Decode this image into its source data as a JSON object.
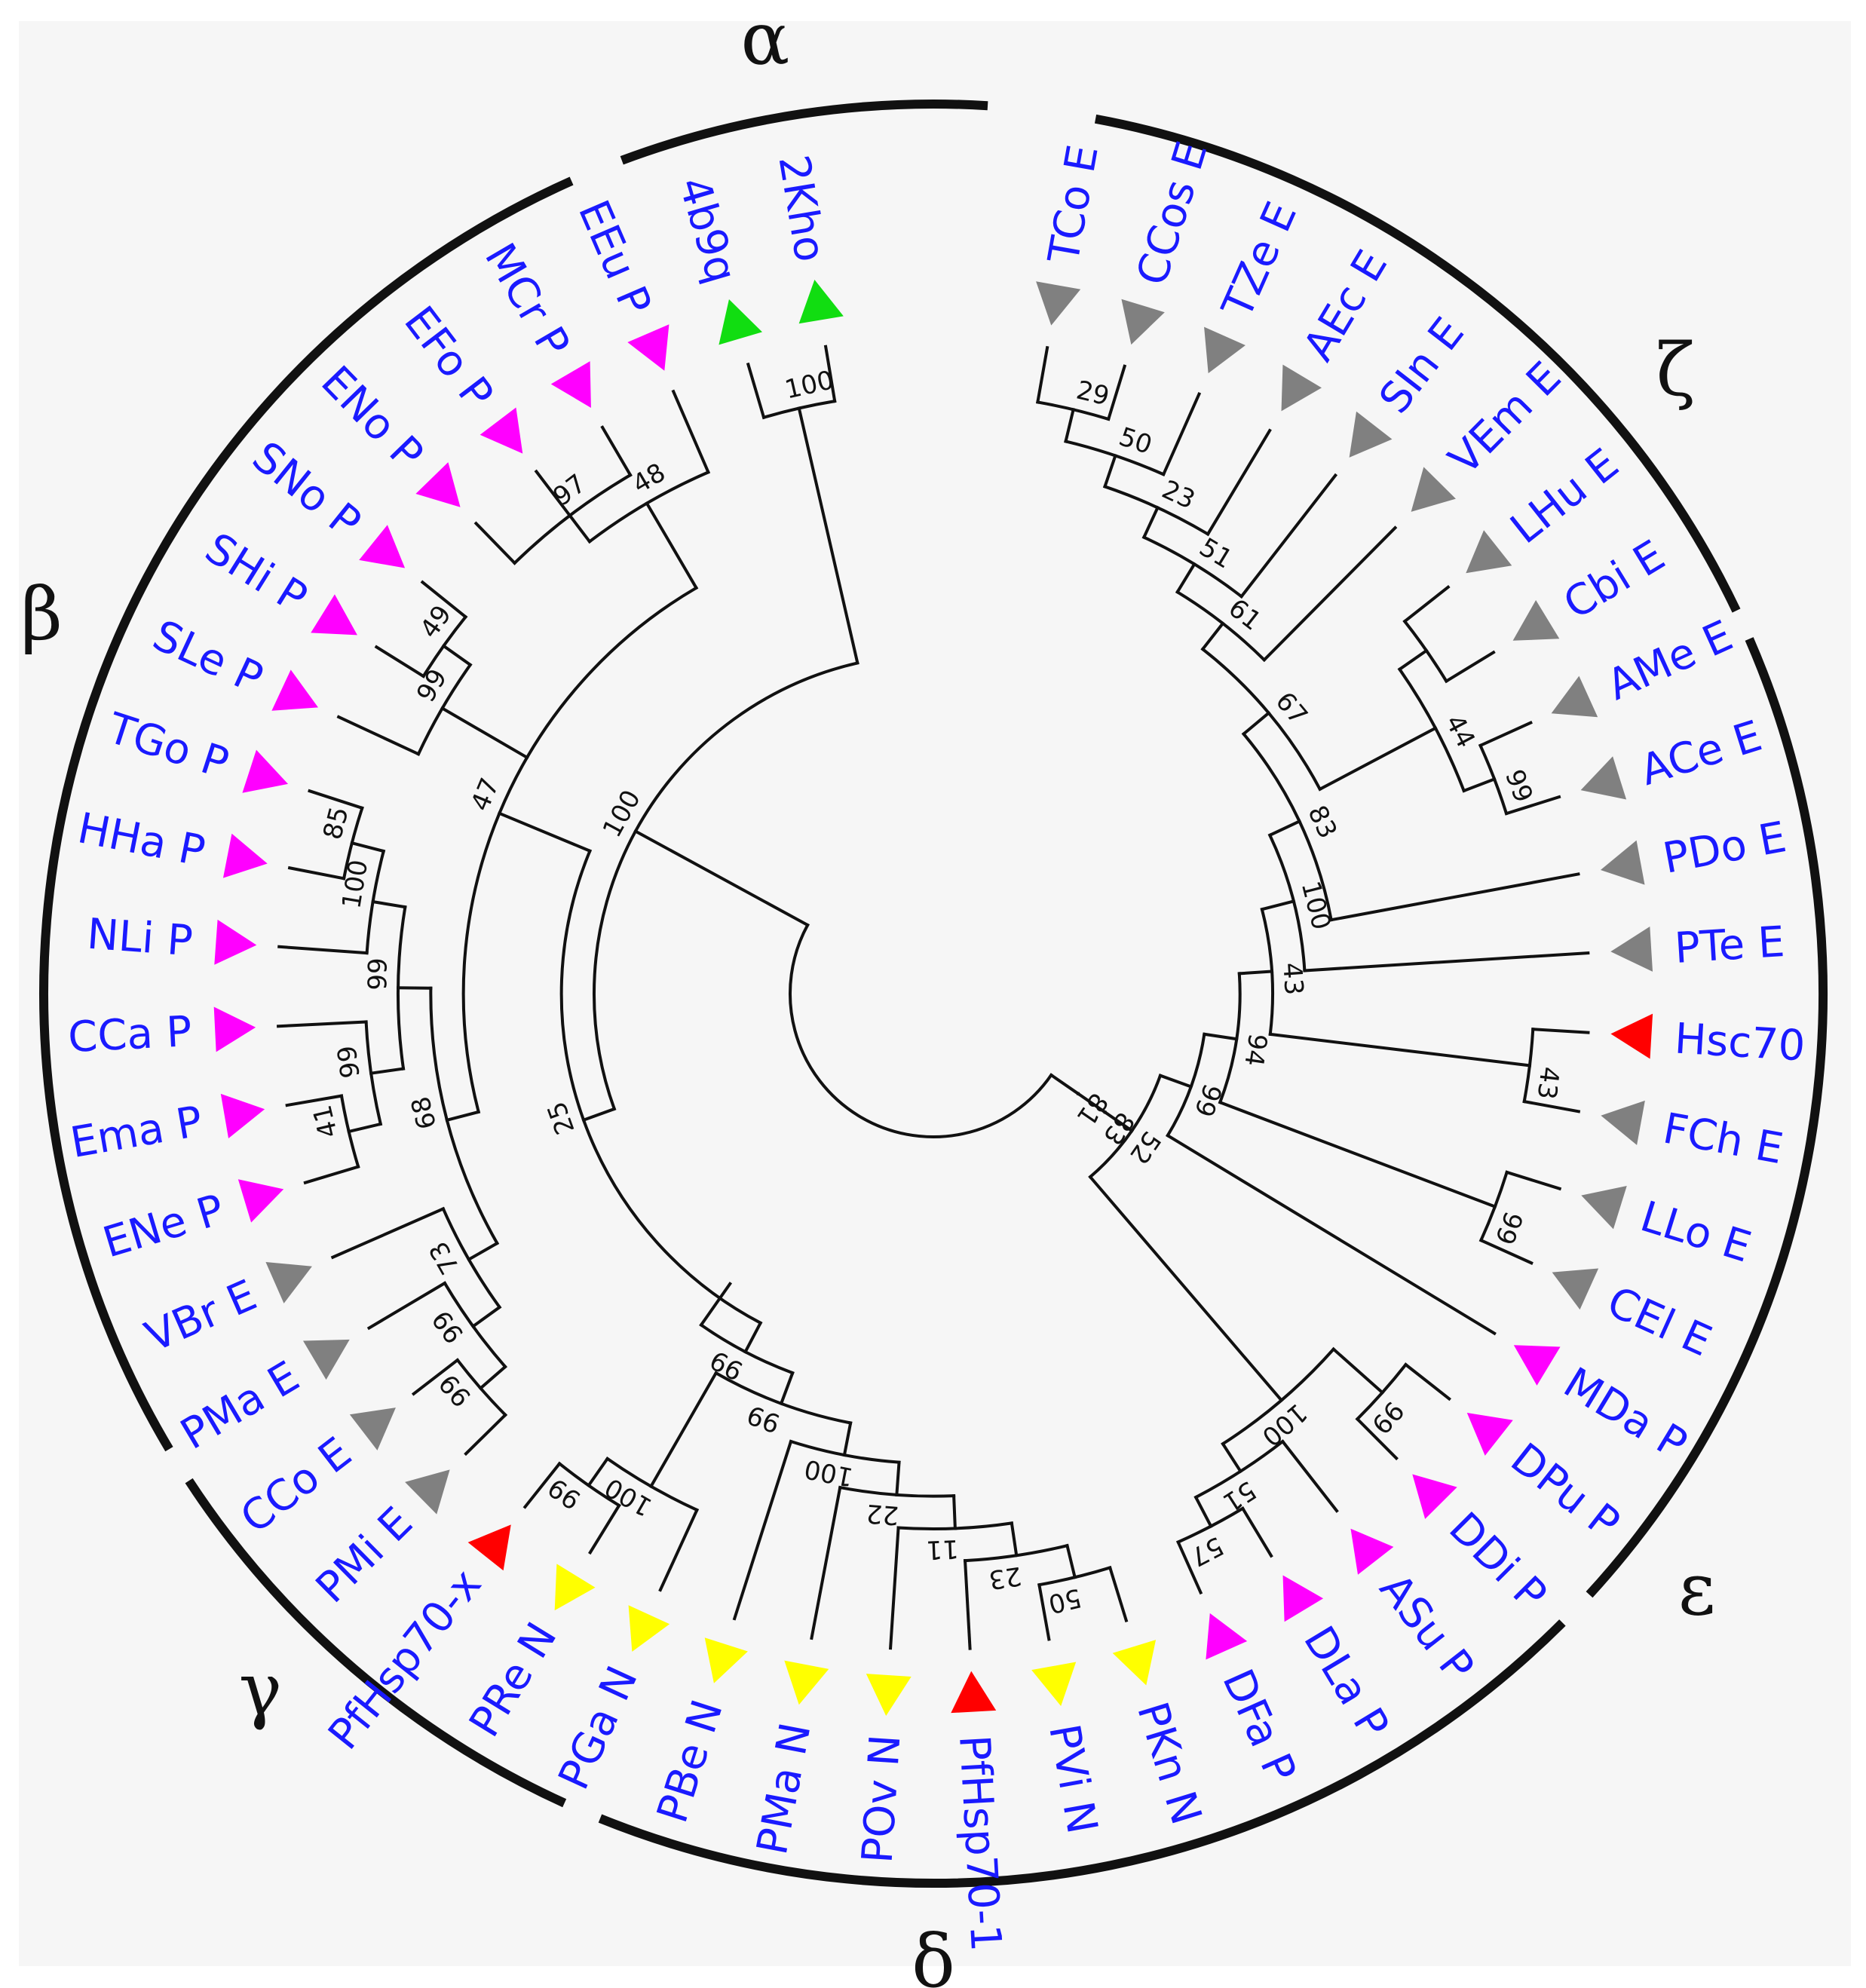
{
  "figure": {
    "palette": {
      "background": "#f6f6f6",
      "ring": "#111111",
      "label": "#1a1aff",
      "magenta": "#ff00ff",
      "gray": "#808080",
      "green": "#11dd11",
      "red": "#ff0000",
      "yellow": "#ffff00"
    },
    "clades": [
      "α",
      "β",
      "γ",
      "δ",
      "ε",
      "ζ"
    ],
    "leaves": [
      {
        "label": "TCo E",
        "color": "gray",
        "dir": "out"
      },
      {
        "label": "CCos E",
        "color": "gray",
        "dir": "out"
      },
      {
        "label": "TZe E",
        "color": "gray",
        "dir": "out"
      },
      {
        "label": "AEc E",
        "color": "gray",
        "dir": "out"
      },
      {
        "label": "SIn E",
        "color": "gray",
        "dir": "out"
      },
      {
        "label": "VEm E",
        "color": "gray",
        "dir": "out"
      },
      {
        "label": "LHu E",
        "color": "gray",
        "dir": "out"
      },
      {
        "label": "Cbi E",
        "color": "gray",
        "dir": "out"
      },
      {
        "label": "AMe E",
        "color": "gray",
        "dir": "out"
      },
      {
        "label": "ACe E",
        "color": "gray",
        "dir": "out"
      },
      {
        "label": "PDo E",
        "color": "gray",
        "dir": "out"
      },
      {
        "label": "PTe E",
        "color": "gray",
        "dir": "out"
      },
      {
        "label": "Hsc70",
        "color": "red",
        "dir": "out"
      },
      {
        "label": "FCh E",
        "color": "gray",
        "dir": "out"
      },
      {
        "label": "LLo E",
        "color": "gray",
        "dir": "out"
      },
      {
        "label": "CEl E",
        "color": "gray",
        "dir": "out"
      },
      {
        "label": "MDa P",
        "color": "magenta",
        "dir": "out"
      },
      {
        "label": "DPu P",
        "color": "magenta",
        "dir": "out"
      },
      {
        "label": "DDi P",
        "color": "magenta",
        "dir": "out"
      },
      {
        "label": "ASu P",
        "color": "magenta",
        "dir": "out"
      },
      {
        "label": "DLa P",
        "color": "magenta",
        "dir": "out"
      },
      {
        "label": "DFa P",
        "color": "magenta",
        "dir": "out"
      },
      {
        "label": "PKn N",
        "color": "yellow",
        "dir": "in"
      },
      {
        "label": "PVi N",
        "color": "yellow",
        "dir": "in"
      },
      {
        "label": "PfHsp70-1",
        "color": "red",
        "dir": "out"
      },
      {
        "label": "POv N",
        "color": "yellow",
        "dir": "in"
      },
      {
        "label": "PMa N",
        "color": "yellow",
        "dir": "in"
      },
      {
        "label": "PBe N",
        "color": "yellow",
        "dir": "in"
      },
      {
        "label": "PGa N",
        "color": "yellow",
        "dir": "in"
      },
      {
        "label": "PRe N",
        "color": "yellow",
        "dir": "in"
      },
      {
        "label": "PfHsp70-x",
        "color": "red",
        "dir": "out"
      },
      {
        "label": "PMi E",
        "color": "gray",
        "dir": "out"
      },
      {
        "label": "CCo E",
        "color": "gray",
        "dir": "out"
      },
      {
        "label": "PMa E",
        "color": "gray",
        "dir": "out"
      },
      {
        "label": "VBr E",
        "color": "gray",
        "dir": "out"
      },
      {
        "label": "ENe P",
        "color": "magenta",
        "dir": "out"
      },
      {
        "label": "Ema P",
        "color": "magenta",
        "dir": "out"
      },
      {
        "label": "CCa P",
        "color": "magenta",
        "dir": "out"
      },
      {
        "label": "NLi P",
        "color": "magenta",
        "dir": "out"
      },
      {
        "label": "HHa P",
        "color": "magenta",
        "dir": "out"
      },
      {
        "label": "TGo P",
        "color": "magenta",
        "dir": "out"
      },
      {
        "label": "SLe P",
        "color": "magenta",
        "dir": "out"
      },
      {
        "label": "SHi P",
        "color": "magenta",
        "dir": "out"
      },
      {
        "label": "SNo P",
        "color": "magenta",
        "dir": "out"
      },
      {
        "label": "ENo P",
        "color": "magenta",
        "dir": "out"
      },
      {
        "label": "EFo P",
        "color": "magenta",
        "dir": "out"
      },
      {
        "label": "MCr P",
        "color": "magenta",
        "dir": "out"
      },
      {
        "label": "EEu P",
        "color": "magenta",
        "dir": "out"
      },
      {
        "label": "4b9q",
        "color": "green",
        "dir": "in"
      },
      {
        "label": "2Kho",
        "color": "green",
        "dir": "in"
      }
    ],
    "tree": {
      "c": [
        {
          "b": "100",
          "c": [
            {
              "b": "25",
              "c": [
                {
                  "b": "47",
                  "c": [
                    {
                      "b": "48",
                      "c": [
                        {
                          "b": "97",
                          "c": [
                            {
                              "l": 44
                            },
                            {
                              "l": 45
                            },
                            {
                              "l": 46
                            }
                          ]
                        },
                        {
                          "l": 47
                        }
                      ]
                    },
                    {
                      "b": "99",
                      "c": [
                        {
                          "b": "49",
                          "c": [
                            {
                              "l": 42
                            },
                            {
                              "l": 43
                            }
                          ]
                        },
                        {
                          "l": 41
                        }
                      ]
                    },
                    {
                      "b": "68",
                      "c": [
                        {
                          "b": "99",
                          "c": [
                            {
                              "b": "100",
                              "c": [
                                {
                                  "b": "85",
                                  "c": [
                                    {
                                      "l": 39
                                    },
                                    {
                                      "l": 40
                                    }
                                  ]
                                },
                                {
                                  "l": 38
                                }
                              ]
                            },
                            {
                              "b": "99",
                              "c": [
                                {
                                  "l": 37
                                },
                                {
                                  "b": "41",
                                  "c": [
                                    {
                                      "l": 35
                                    },
                                    {
                                      "l": 36
                                    }
                                  ]
                                }
                              ]
                            }
                          ]
                        },
                        {
                          "b": "73",
                          "c": [
                            {
                              "l": 34
                            },
                            {
                              "b": "99",
                              "c": [
                                {
                                  "l": 33
                                },
                                {
                                  "b": "99",
                                  "c": [
                                    {
                                      "l": 31
                                    },
                                    {
                                      "l": 32
                                    }
                                  ]
                                }
                              ]
                            }
                          ]
                        }
                      ]
                    }
                  ]
                },
                {
                  "b": "99",
                  "c": [
                    {
                      "b": "99",
                      "c": [
                        {
                          "b": "100",
                          "c": [
                            {
                              "b": "99",
                              "c": [
                                {
                                  "l": 29
                                },
                                {
                                  "l": 30
                                }
                              ]
                            },
                            {
                              "l": 28
                            }
                          ]
                        },
                        {
                          "b": "100",
                          "c": [
                            {
                              "l": 27
                            },
                            {
                              "b": "22",
                              "c": [
                                {
                                  "l": 26
                                },
                                {
                                  "b": "11",
                                  "c": [
                                    {
                                      "l": 25
                                    },
                                    {
                                      "b": "23",
                                      "c": [
                                        {
                                          "l": 24
                                        },
                                        {
                                          "b": "50",
                                          "c": [
                                            {
                                              "l": 22
                                            },
                                            {
                                              "l": 23
                                            }
                                          ]
                                        }
                                      ]
                                    }
                                  ]
                                }
                              ]
                            }
                          ]
                        }
                      ]
                    },
                    {
                      "l": -1
                    }
                  ]
                }
              ]
            },
            {
              "b": "100",
              "c": [
                {
                  "l": 48
                },
                {
                  "l": 49
                }
              ]
            }
          ]
        },
        {
          "b": "81",
          "c": [
            {
              "b": "83",
              "c": [
                {
                  "b": "52",
                  "c": [
                    {
                      "b": "99",
                      "c": [
                        {
                          "b": "94",
                          "c": [
                            {
                              "b": "43",
                              "c": [
                                {
                                  "b": "100",
                                  "c": [
                                    {
                                      "b": "83",
                                      "c": [
                                        {
                                          "b": "67",
                                          "c": [
                                            {
                                              "b": "61",
                                              "c": [
                                                {
                                                  "b": "51",
                                                  "c": [
                                                    {
                                                      "b": "23",
                                                      "c": [
                                                        {
                                                          "b": "50",
                                                          "c": [
                                                            {
                                                              "b": "29",
                                                              "c": [
                                                                {
                                                                  "l": 0
                                                                },
                                                                {
                                                                  "l": 1
                                                                }
                                                              ]
                                                            },
                                                            {
                                                              "l": 2
                                                            }
                                                          ]
                                                        },
                                                        {
                                                          "l": 3
                                                        }
                                                      ]
                                                    },
                                                    {
                                                      "l": 4
                                                    }
                                                  ]
                                                },
                                                {
                                                  "l": 5
                                                }
                                              ]
                                            },
                                            {
                                              "b": "44",
                                              "c": [
                                                {
                                                  "b": "",
                                                  "c": [
                                                    {
                                                      "l": 6
                                                    },
                                                    {
                                                      "l": 7
                                                    }
                                                  ]
                                                },
                                                {
                                                  "b": "99",
                                                  "c": [
                                                    {
                                                      "l": 8
                                                    },
                                                    {
                                                      "l": 9
                                                    }
                                                  ]
                                                }
                                              ]
                                            }
                                          ]
                                        },
                                        {
                                          "l": 10
                                        }
                                      ]
                                    },
                                    {
                                      "l": 11
                                    }
                                  ]
                                },
                                {
                                  "b": "43",
                                  "c": [
                                    {
                                      "l": 12
                                    },
                                    {
                                      "l": 13
                                    }
                                  ]
                                }
                              ]
                            },
                            {
                              "b": "99",
                              "c": [
                                {
                                  "l": 14
                                },
                                {
                                  "l": 15
                                }
                              ]
                            }
                          ]
                        },
                        {
                          "l": 16
                        }
                      ]
                    },
                    {
                      "b": "100",
                      "c": [
                        {
                          "b": "99",
                          "c": [
                            {
                              "l": 17
                            },
                            {
                              "l": 18
                            }
                          ]
                        },
                        {
                          "b": "51",
                          "c": [
                            {
                              "l": 19
                            },
                            {
                              "b": "57",
                              "c": [
                                {
                                  "l": 20
                                },
                                {
                                  "l": 21
                                }
                              ]
                            }
                          ]
                        }
                      ]
                    }
                  ]
                }
              ]
            }
          ]
        }
      ]
    }
  }
}
